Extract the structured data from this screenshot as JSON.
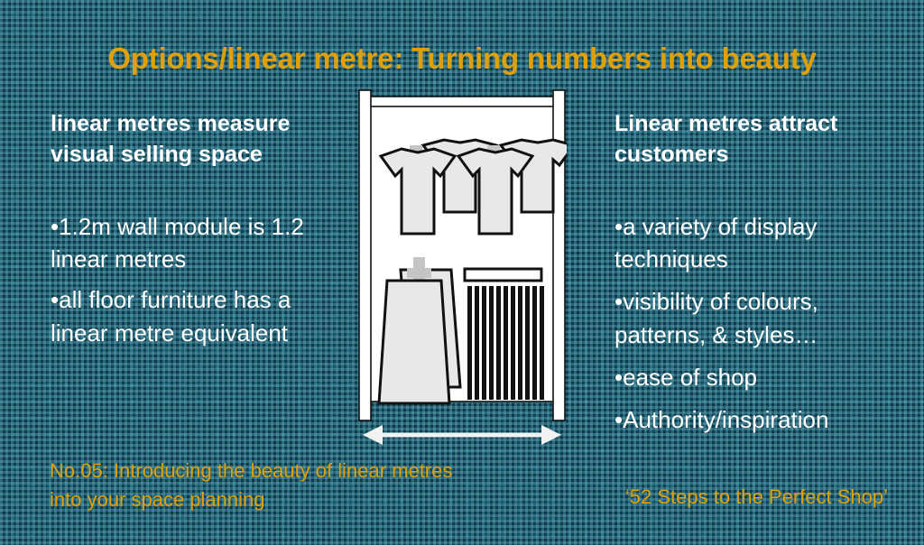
{
  "slide": {
    "title": "Options/linear metre: Turning numbers into beauty",
    "background_color": "#155b72",
    "grid_line_color": "#2e7d93",
    "accent_color": "#dfa00a",
    "text_color": "#ffffff"
  },
  "left_column": {
    "heading": "linear metres measure visual selling space",
    "bullets": [
      {
        "marker": "•",
        "text": "1.2m wall module is 1.2 linear metres"
      },
      {
        "marker": "•",
        "text": "all floor furniture has a linear metre equivalent"
      }
    ]
  },
  "right_column": {
    "heading": "Linear metres attract customers",
    "bullets": [
      {
        "marker": "•",
        "text": "a variety of display techniques"
      },
      {
        "marker": "•",
        "text": "visibility of colours, patterns, & styles…"
      },
      {
        "marker": "•",
        "text": "ease of shop"
      },
      {
        "marker": "•",
        "text": "Authority/inspiration"
      }
    ]
  },
  "footer": {
    "left_line_1": "No.05: Introducing the beauty of linear metres",
    "left_line_2": "into your space planning",
    "right": "‘52 Steps to the Perfect Shop’"
  },
  "illustration": {
    "name": "wall-display-unit-diagram",
    "description": "Retail wall bay with two hanging garment clusters on top rail, skirts and densely hung garments below, and a double-headed width arrow beneath",
    "frame_color": "#ffffff",
    "panel_color": "#ffffff",
    "garment_fill": "#e8e8e8",
    "garment_stroke": "#111111",
    "hanger_color": "#c4c4c4",
    "arrow_color": "#f2f2f2",
    "dense_bar_count": 12
  }
}
